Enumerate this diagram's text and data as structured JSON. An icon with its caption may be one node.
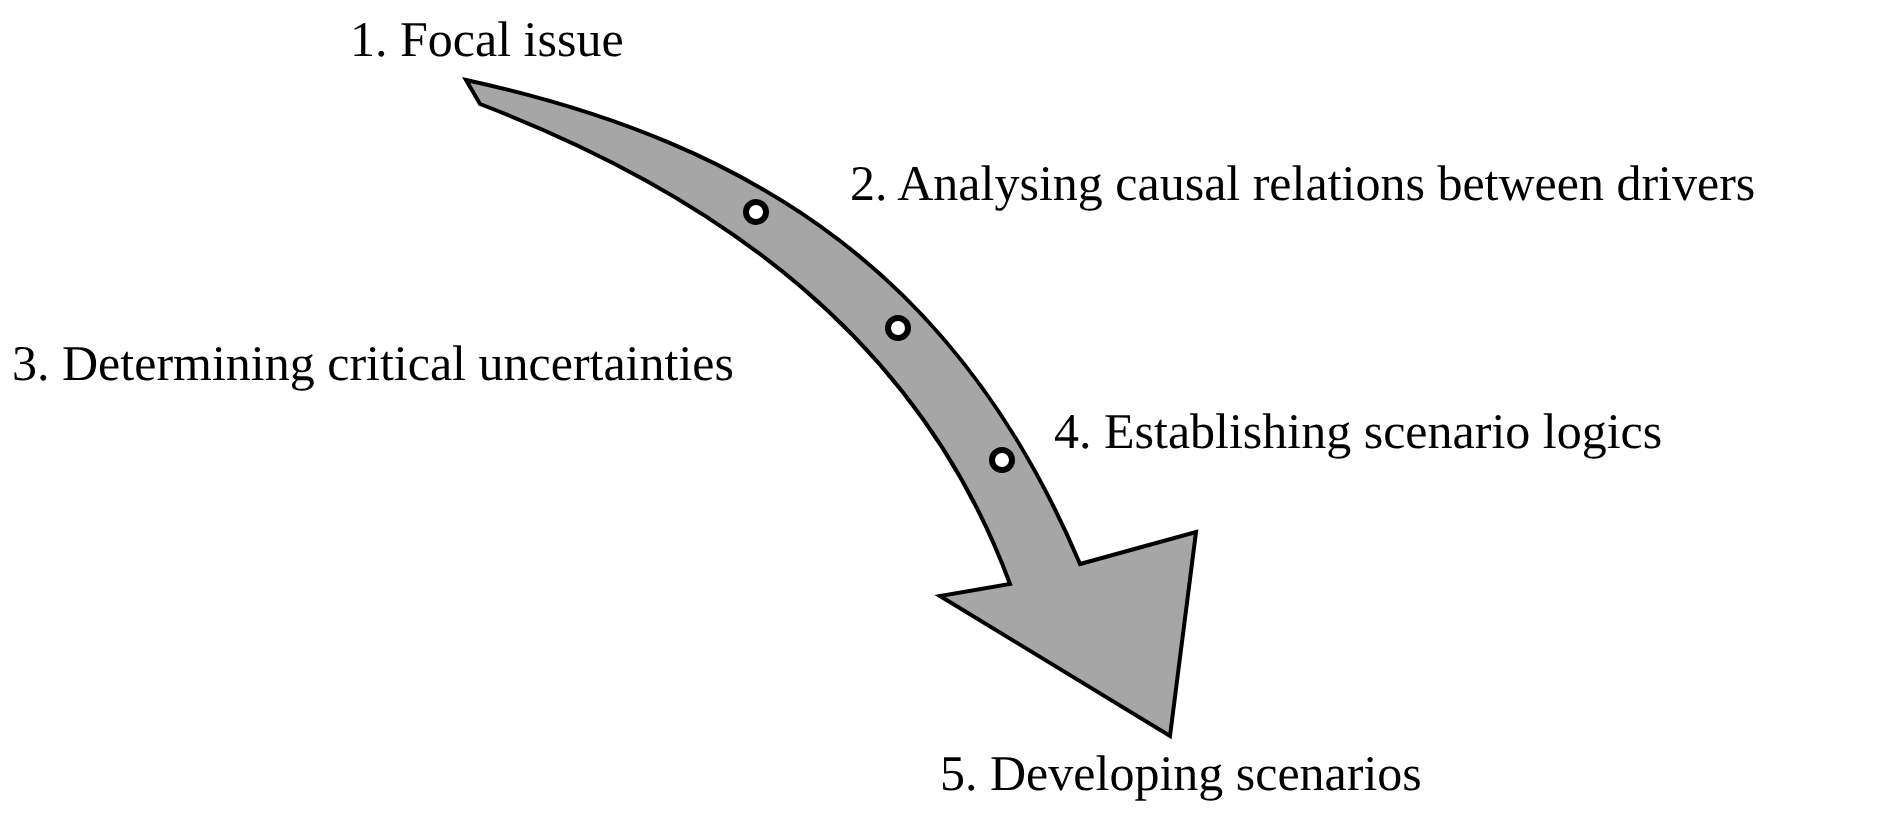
{
  "diagram": {
    "nodes": [
      {
        "text": [
          "1. Focal issue"
        ]
      },
      {
        "text": [
          "2. Analysing causal relations between drivers"
        ]
      },
      {
        "text": [
          "3. Determining critical uncertainties"
        ]
      },
      {
        "text": [
          "4. Establishing scenario logics"
        ]
      },
      {
        "text": [
          "5. Developing scenarios"
        ]
      }
    ],
    "edges": [
      {
        "from": 0,
        "to": 4,
        "arrow": "to"
      }
    ]
  }
}
